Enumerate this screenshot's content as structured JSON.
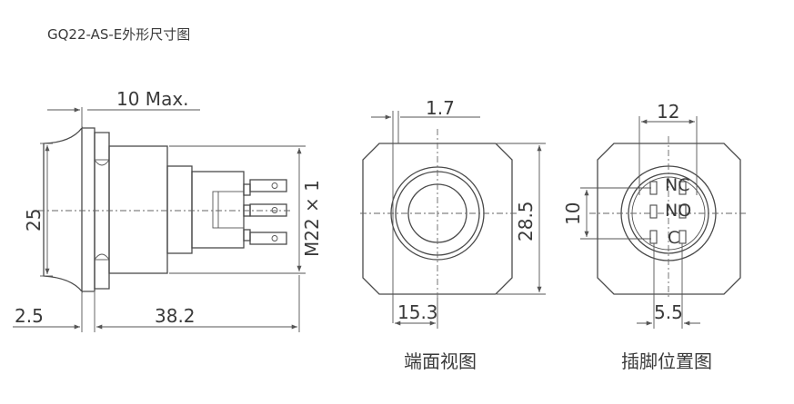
{
  "title": "GQ22-AS-E外形尺寸图",
  "side_view": {
    "dim_max_width": "10 Max.",
    "dim_diameter": "25",
    "dim_thread": "M22 × 1",
    "dim_flange": "2.5",
    "dim_length": "38.2"
  },
  "end_view": {
    "dim_offset": "1.7",
    "dim_height": "28.5",
    "dim_width": "15.3",
    "caption": "端面视图"
  },
  "pin_view": {
    "dim_top": "12",
    "dim_left": "10",
    "dim_bottom": "5.5",
    "pin_labels": [
      "NC",
      "NO",
      "C"
    ],
    "caption": "插脚位置图"
  }
}
